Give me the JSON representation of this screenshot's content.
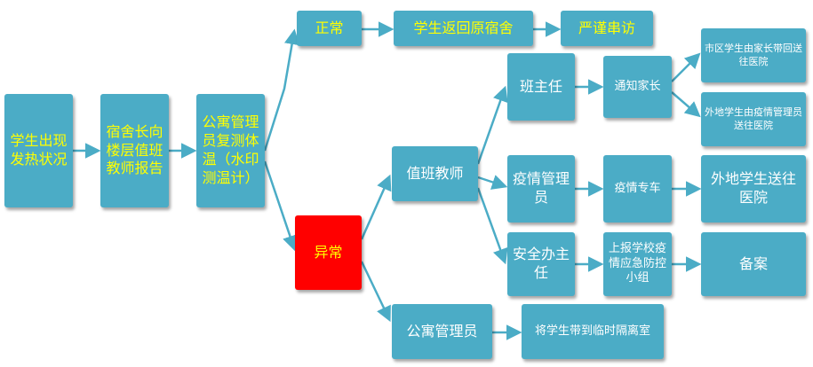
{
  "colors": {
    "node_fill": "#4bacc6",
    "alert_fill": "#ff0000",
    "connector": "#4bacc6",
    "highlight_text": "#ffff00",
    "text": "#ffffff"
  },
  "nodes": {
    "fever": "学生出现发热状况",
    "dorm_head": "宿舍长向楼层值班教师报告",
    "apt_recheck": "公寓管理员复测体温（水印测温计）",
    "normal": "正常",
    "return_dorm": "学生返回原宿舍",
    "no_visit": "严谨串访",
    "abnormal": "异常",
    "duty_teacher": "值班教师",
    "class_head": "班主任",
    "notify_parent": "通知家长",
    "city_student": "市区学生由家长带回送往医院",
    "outside_student_mgr": "外地学生由疫情管理员送往医院",
    "epidemic_mgr": "疫情管理员",
    "epidemic_car": "疫情专车",
    "outside_student_hospital": "外地学生送往医院",
    "safety_head": "安全办主任",
    "report_group": "上报学校疫情应急防控小组",
    "record": "备案",
    "apt_manager": "公寓管理员",
    "isolation": "将学生带到临时隔离室"
  }
}
